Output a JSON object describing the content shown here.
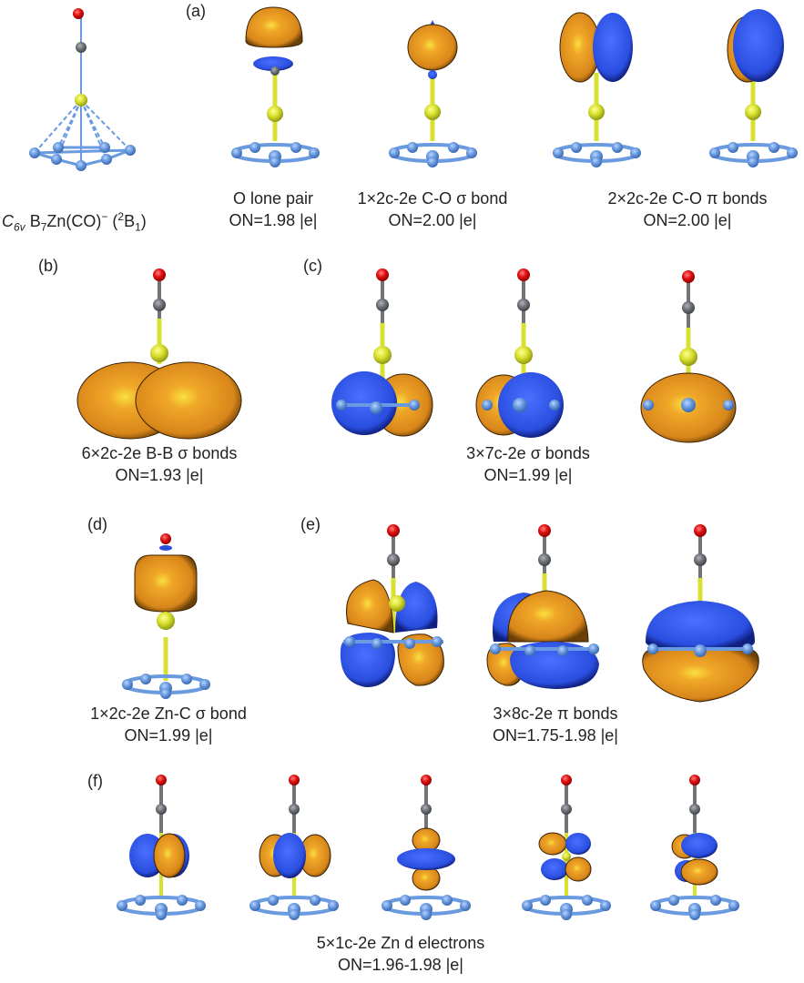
{
  "figure": {
    "title_structure": {
      "symmetry": "C6v",
      "formula": "B7Zn(CO)−",
      "state": "(2B1)",
      "label_parts": {
        "sym_main": "C",
        "sym_sub": "6v",
        "f1": " B",
        "f1_sub": "7",
        "f2": "Zn(CO)",
        "f2_sup": "−",
        "f3": " (",
        "f3_sup": "2",
        "f4": "B",
        "f4_sub": "1",
        "f5": ")"
      }
    },
    "panels": [
      {
        "id": "a",
        "label": "(a)",
        "groups": [
          {
            "caption": "O lone pair",
            "on": "ON=1.98 |e|"
          },
          {
            "caption": "1×2c-2e C-O σ bond",
            "on": "ON=2.00 |e|"
          },
          {
            "caption": "2×2c-2e C-O π bonds",
            "on": "ON=2.00 |e|"
          }
        ]
      },
      {
        "id": "b",
        "label": "(b)",
        "groups": [
          {
            "caption": "6×2c-2e B-B σ bonds",
            "on": "ON=1.93 |e|"
          }
        ]
      },
      {
        "id": "c",
        "label": "(c)",
        "groups": [
          {
            "caption": "3×7c-2e σ bonds",
            "on": "ON=1.99 |e|"
          }
        ]
      },
      {
        "id": "d",
        "label": "(d)",
        "groups": [
          {
            "caption": "1×2c-2e Zn-C σ bond",
            "on": "ON=1.99 |e|"
          }
        ]
      },
      {
        "id": "e",
        "label": "(e)",
        "groups": [
          {
            "caption": "3×8c-2e π bonds",
            "on": "ON=1.75-1.98 |e|"
          }
        ]
      },
      {
        "id": "f",
        "label": "(f)",
        "groups": [
          {
            "caption": "5×1c-2e Zn d electrons",
            "on": "ON=1.96-1.98 |e|"
          }
        ]
      }
    ],
    "colors": {
      "orbital_positive": "#e8941c",
      "orbital_negative": "#2a4fe0",
      "oxygen": "#e01010",
      "carbon": "#707478",
      "zinc": "#d8e030",
      "boron": "#6a9ae0"
    }
  }
}
